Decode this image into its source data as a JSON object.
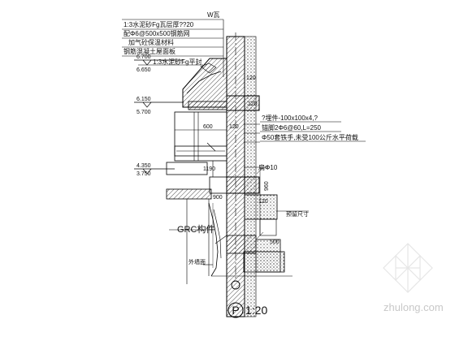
{
  "notes": {
    "roof_tile": "W瓦",
    "mortar_layer": "1:3水泥砂Fg瓦层厚??20",
    "steel_mesh": "配Φ6@500x500钢筋网",
    "insulation": "加气砼保温材料",
    "concrete_slab": "钢筋混凝土屋面板",
    "mortar_leveling": "1:3水泥砂Fg平封",
    "embed_plate": "?埋件-100x100x4,?",
    "anchor_bar": "锚脚2Φ6@60,L=250",
    "handrail": "Φ50套铁手,未受100公斤水平荷载",
    "flat_steel": "扁Φ10",
    "grc_component": "GRC构件",
    "exterior_wall": "外墙面",
    "footnote_right": "预留尺寸"
  },
  "elevations": {
    "e1_top": "6.700",
    "e1_bot": "6.650",
    "e2_top": "6.150",
    "e2_bot": "5.700",
    "e3_top": "4.350",
    "e3_bot": "3.750"
  },
  "dimensions": {
    "d120a": "120",
    "d120b": "120",
    "d600": "600",
    "d120c": "120",
    "d1190": "1190",
    "d960": "960",
    "d900": "900",
    "d500": "500",
    "d120d": "120"
  },
  "detail": {
    "symbol": "P",
    "scale": "1:20"
  },
  "watermark": {
    "text": "zhulong.com"
  }
}
